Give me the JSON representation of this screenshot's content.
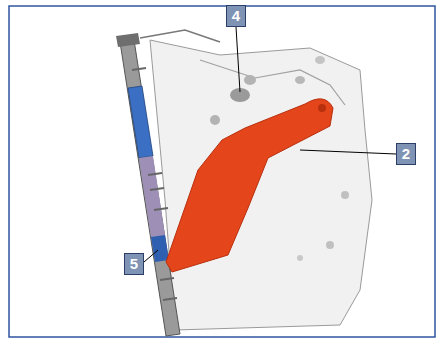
{
  "diagram": {
    "labels": [
      "4",
      "2",
      "5"
    ]
  }
}
